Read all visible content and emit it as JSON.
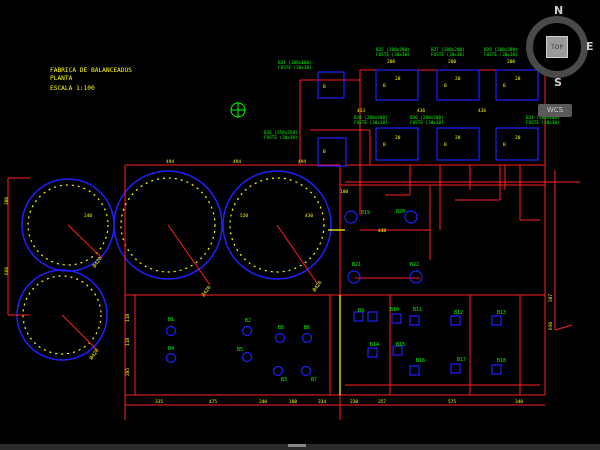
{
  "drawing": {
    "title_lines": [
      "FABRICA DE BALANCEADOS",
      "PLANTA",
      "ESCALA 1:100"
    ],
    "tank_labels": [
      "Ø420",
      "Ø420",
      "Ø420",
      "Ø420"
    ],
    "tank_top_dims": [
      "494",
      "494",
      "494"
    ],
    "tank_inner_dims": [
      "240",
      "520",
      "430"
    ],
    "left_dims": [
      "380",
      "660"
    ],
    "column_tags": [
      "B1",
      "B2",
      "B3",
      "B4",
      "B5",
      "B6",
      "B7",
      "B8",
      "B9",
      "B10",
      "B11",
      "B12",
      "B13",
      "B14",
      "B15",
      "B16",
      "B17",
      "B18",
      "B19",
      "B20",
      "B21",
      "B22"
    ],
    "column_tag_small": "B25",
    "top_blocks": [
      {
        "tag": "B24",
        "line1": "B24 (180x180)",
        "line2": "FUSTE (30x30)"
      },
      {
        "tag": "B25",
        "line1": "B25 (200x200)",
        "line2": "FUSTE (30x30)"
      },
      {
        "tag": "B27",
        "line1": "B27 (200x200)",
        "line2": "FUSTE (30x30)"
      },
      {
        "tag": "B29",
        "line1": "B29 (200x200)",
        "line2": "FUSTE (30x30)"
      },
      {
        "tag": "B26",
        "line1": "B26 (250x250)",
        "line2": "FUSTE (30x30)"
      },
      {
        "tag": "B28",
        "line1": "B28 (200x200)",
        "line2": "FUSTE (30x30)"
      },
      {
        "tag": "B30",
        "line1": "B30 (200x200)",
        "line2": "FUSTE (30x30)"
      },
      {
        "tag": "B31",
        "line1": "B31 (180x180)",
        "line2": "FUSTE (30x30)"
      }
    ],
    "top_dims": [
      "200",
      "200",
      "200",
      "433",
      "436",
      "436"
    ],
    "bottom_dims": [
      "335",
      "475",
      "240",
      "188",
      "334",
      "230",
      "357",
      "575",
      "340"
    ],
    "right_dims": [
      "507",
      "650"
    ],
    "left_bottom_dims": [
      "118",
      "118",
      "205"
    ],
    "mid_dim": "100",
    "mid_dim2": "448",
    "block_num": "20",
    "fill_label": "B"
  },
  "viewcube": {
    "north": "N",
    "south": "S",
    "east": "E",
    "top_face": "TOP",
    "wcs": "WCS"
  }
}
